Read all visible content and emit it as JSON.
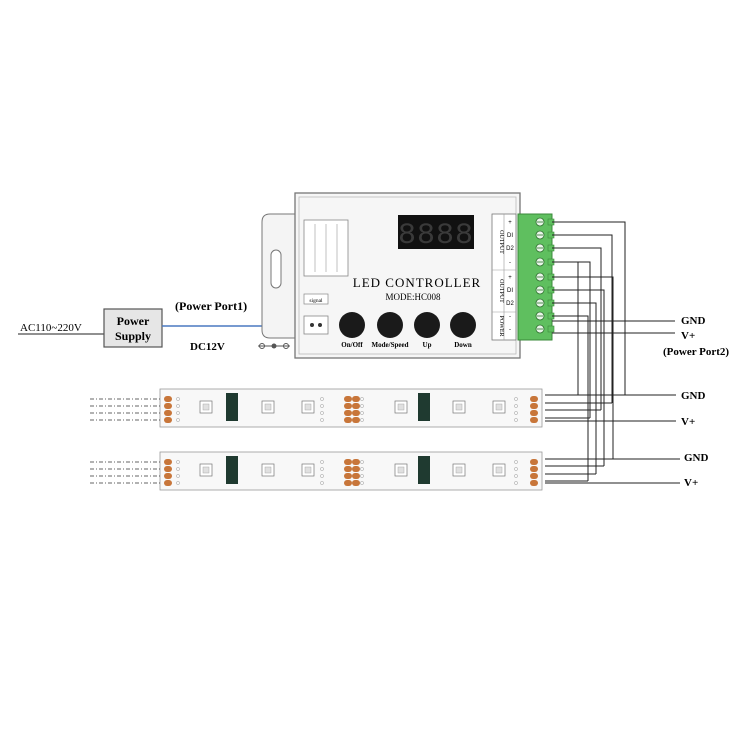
{
  "input_label": "AC110~220V",
  "power_supply": {
    "line1": "Power",
    "line2": "Supply"
  },
  "power_port1": "(Power Port1)",
  "dc_label": "DC12V",
  "controller": {
    "title": "LED  CONTROLLER",
    "model": "MODE:HC008",
    "display_digits": "8888",
    "signal_label": "signal",
    "buttons": [
      "On/Off",
      "Mode/Speed",
      "Up",
      "Down"
    ],
    "terminal_groups": [
      {
        "name": "OUTPUT",
        "pins": [
          "+",
          "DI",
          "D2",
          "-"
        ]
      },
      {
        "name": "OUTPUT",
        "pins": [
          "+",
          "DI",
          "D2",
          "-"
        ]
      },
      {
        "name": "POWER",
        "pins": [
          "-",
          "+"
        ]
      }
    ]
  },
  "right_labels": {
    "gnd_top": "GND",
    "vplus_top": "V+",
    "power_port2": "(Power Port2)",
    "strip1_gnd": "GND",
    "strip1_vplus": "V+",
    "strip2_gnd": "GND",
    "strip2_vplus": "V+"
  },
  "colors": {
    "line": "#222222",
    "arrow": "#4a78c0",
    "terminal_green": "#5fbf5f",
    "strip_pad": "#c8763a",
    "strip_ic": "#1f3a30",
    "button": "#1a1a1a"
  }
}
